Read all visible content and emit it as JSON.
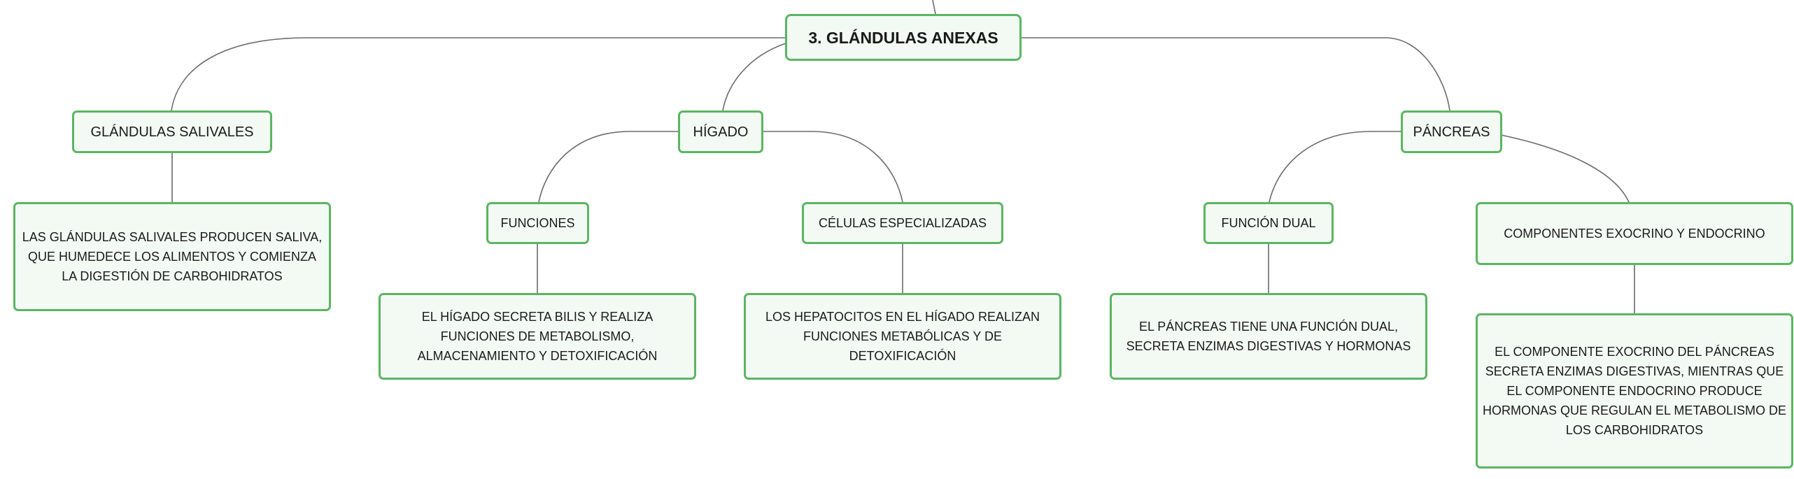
{
  "root": {
    "label": "3. GLÁNDULAS ANEXAS"
  },
  "salivales": {
    "label": "GLÁNDULAS SALIVALES",
    "detail": "LAS GLÁNDULAS SALIVALES PRODUCEN SALIVA, QUE HUMEDECE LOS ALIMENTOS Y COMIENZA LA DIGESTIÓN DE CARBOHIDRATOS"
  },
  "higado": {
    "label": "HÍGADO",
    "funciones": {
      "label": "FUNCIONES",
      "detail": "EL HÍGADO SECRETA BILIS Y REALIZA FUNCIONES DE METABOLISMO, ALMACENAMIENTO Y DETOXIFICACIÓN"
    },
    "celulas": {
      "label": "CÉLULAS ESPECIALIZADAS",
      "detail": "LOS HEPATOCITOS EN EL HÍGADO REALIZAN FUNCIONES METABÓLICAS Y DE DETOXIFICACIÓN"
    }
  },
  "pancreas": {
    "label": "PÁNCREAS",
    "dual": {
      "label": "FUNCIÓN DUAL",
      "detail": "EL PÁNCREAS TIENE UNA FUNCIÓN DUAL, SECRETA ENZIMAS DIGESTIVAS Y HORMONAS"
    },
    "componentes": {
      "label": "COMPONENTES EXOCRINO Y ENDOCRINO",
      "detail": "EL COMPONENTE EXOCRINO DEL PÁNCREAS SECRETA ENZIMAS DIGESTIVAS, MIENTRAS QUE EL COMPONENTE ENDOCRINO PRODUCE HORMONAS QUE REGULAN EL METABOLISMO DE LOS CARBOHIDRATOS"
    }
  },
  "colors": {
    "node_border": "#5bb562",
    "node_fill": "#f3faf4",
    "connector": "#6b6b6b",
    "text": "#1a1a1a"
  }
}
